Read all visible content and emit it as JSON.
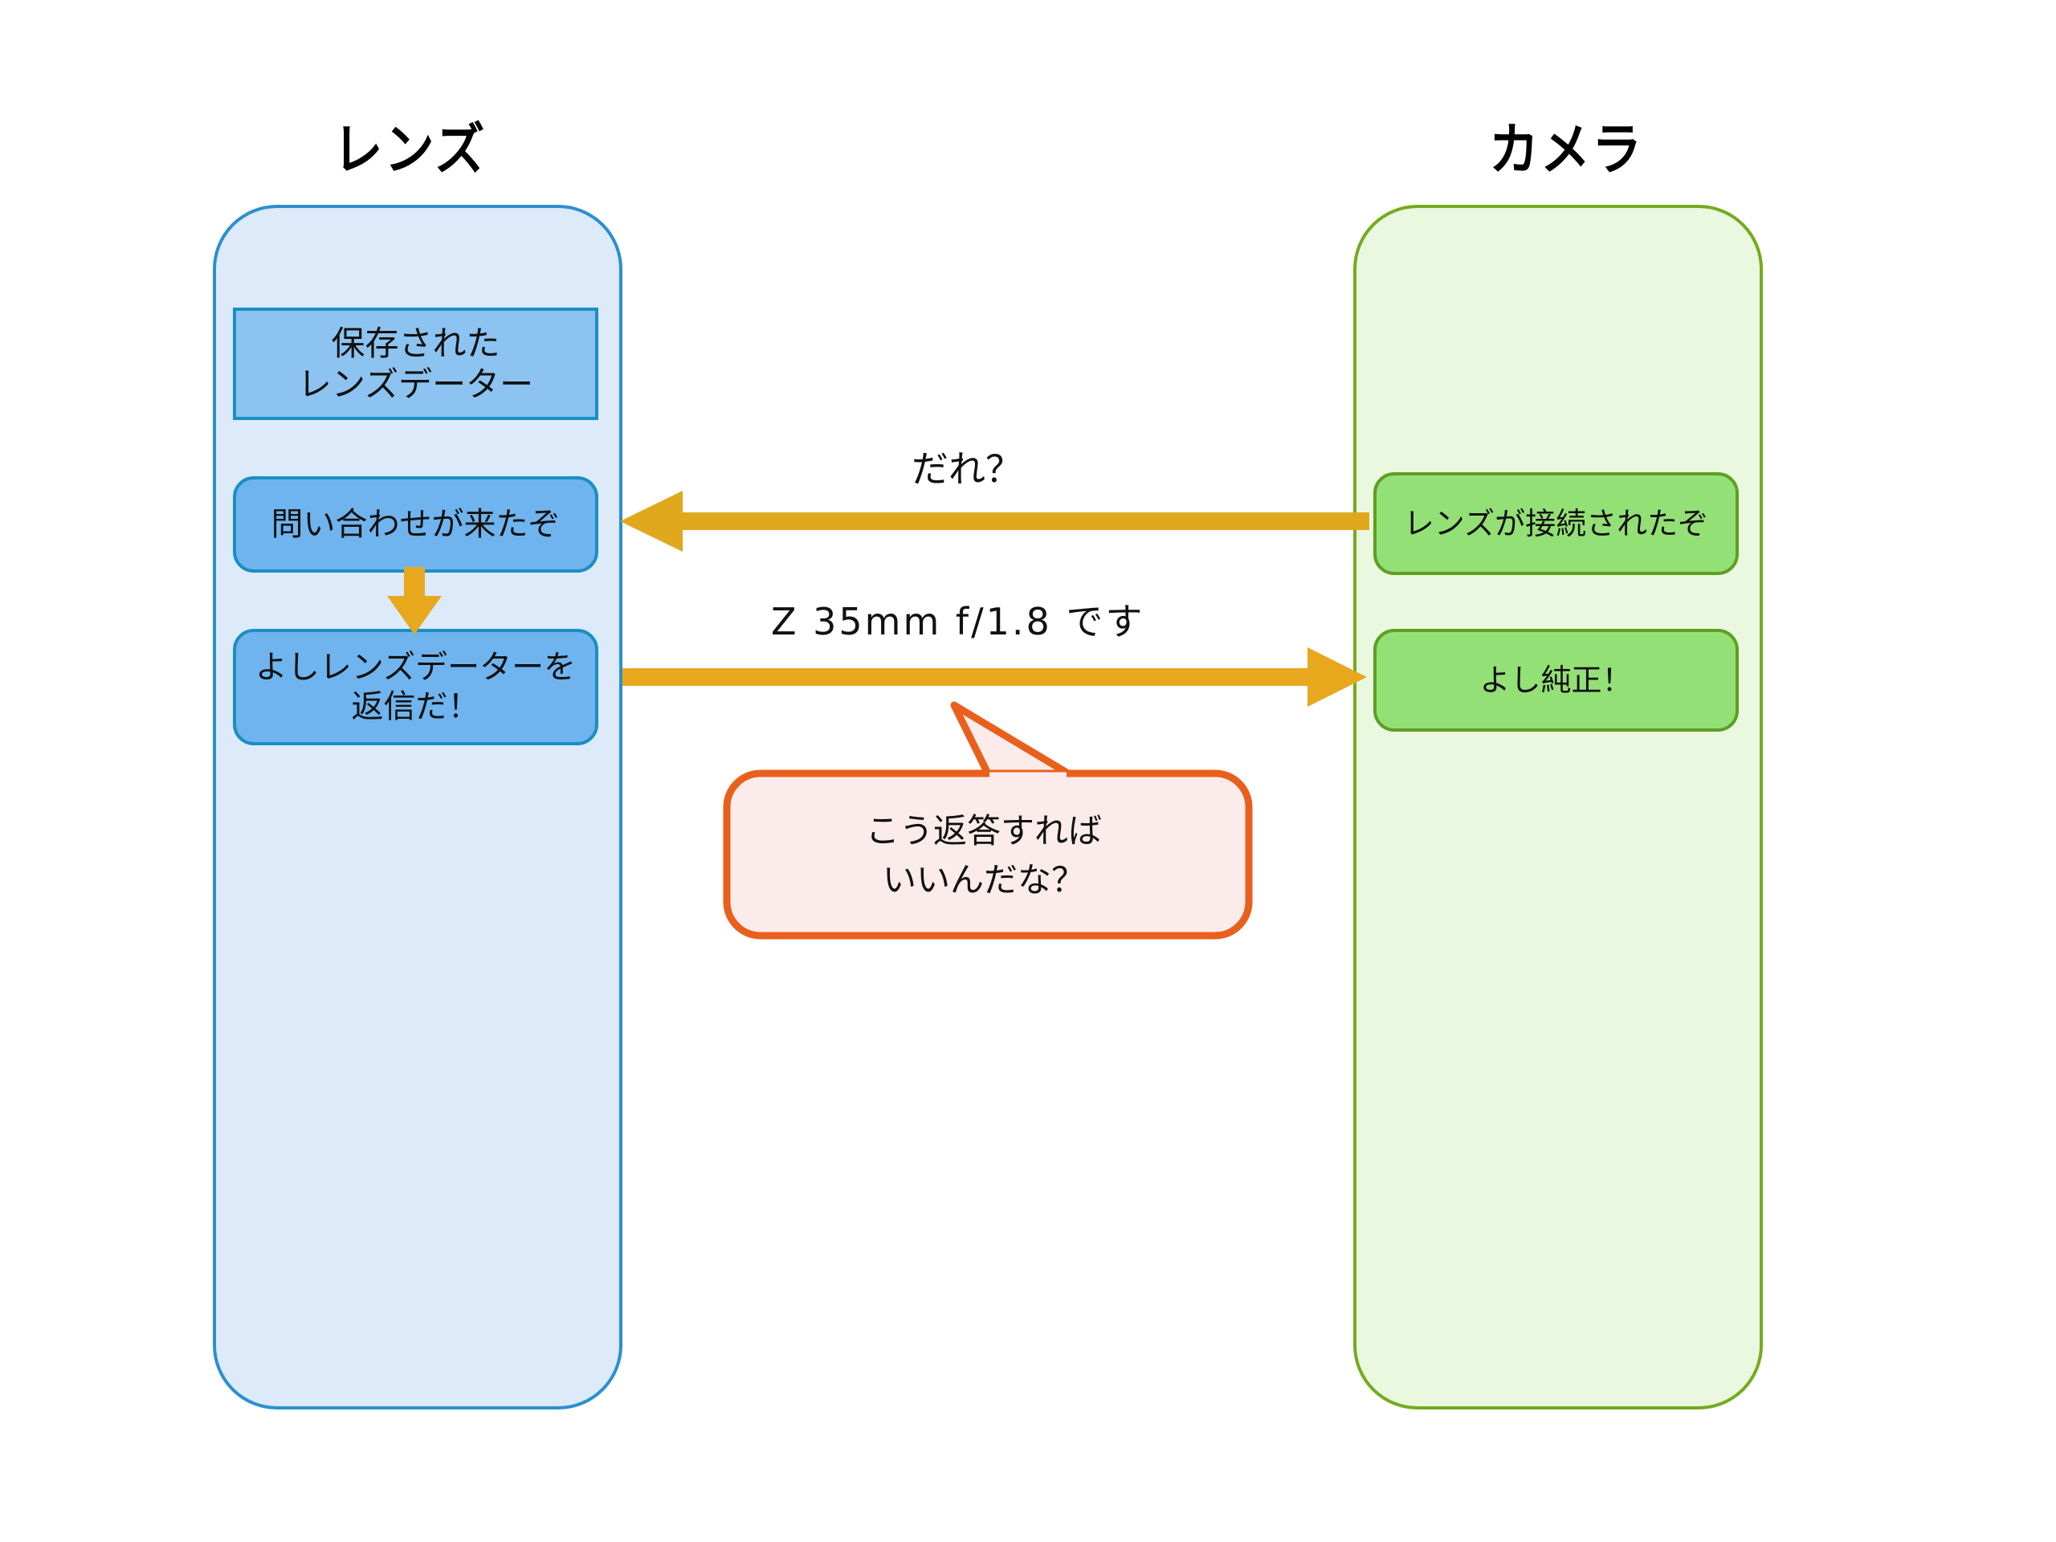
{
  "diagram": {
    "type": "sequence-diagram",
    "lanes": [
      {
        "id": "lens",
        "title": "レンズ",
        "fill": "#ddeafa",
        "stroke": "#2b8fd0",
        "nodes": [
          {
            "id": "saved-data",
            "line1": "保存された",
            "line2": "レンズデーター",
            "fill": "#8cc3f0",
            "stroke": "#1b8ec4",
            "shape": "rect"
          },
          {
            "id": "inquiry",
            "line1": "問い合わせが来たぞ",
            "line2": "",
            "fill": "#6fb4ee",
            "stroke": "#1b8ec4",
            "shape": "rounded"
          },
          {
            "id": "reply",
            "line1": "よしレンズデーターを",
            "line2": "返信だ！",
            "fill": "#6fb4ee",
            "stroke": "#1b8ec4",
            "shape": "rounded"
          }
        ]
      },
      {
        "id": "camera",
        "title": "カメラ",
        "fill": "#eaf8e0",
        "stroke": "#74ab1c",
        "nodes": [
          {
            "id": "connected",
            "line1": "レンズが接続されたぞ",
            "line2": "",
            "fill": "#93e076",
            "stroke": "#5f9e22",
            "shape": "rounded"
          },
          {
            "id": "genuine",
            "line1": "よし純正！",
            "line2": "",
            "fill": "#93e076",
            "stroke": "#5f9e22",
            "shape": "rounded"
          }
        ]
      }
    ],
    "arrows": [
      {
        "id": "query",
        "label": "だれ？",
        "direction": "camera-to-lens",
        "color": "#e0a81c"
      },
      {
        "id": "response",
        "label": "Z 35mm f/1.8 です",
        "direction": "lens-to-camera",
        "color": "#e0a81c"
      },
      {
        "id": "internal-flow",
        "label": "",
        "direction": "down",
        "color": "#e8a81e"
      }
    ],
    "callout": {
      "line1": "こう返答すれば",
      "line2": "いいんだな？",
      "fill": "#fbeceb",
      "stroke": "#e8601c"
    }
  }
}
